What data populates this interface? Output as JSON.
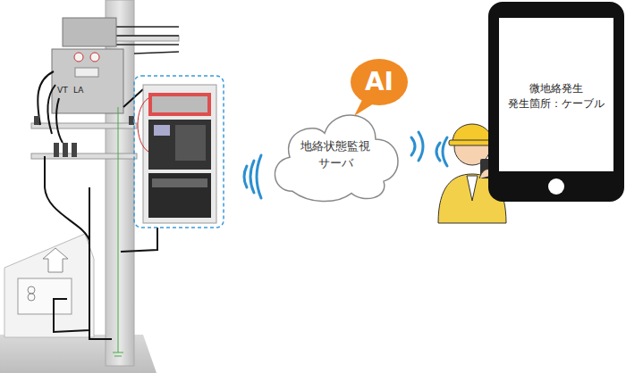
{
  "diagram": {
    "nodes": [
      {
        "text": [
          "AI"
        ]
      },
      {
        "text": [
          "地絡状態監視 サーバ"
        ]
      },
      {
        "text": [
          "微地絡発生",
          "発生箇所：ケーブル"
        ]
      }
    ],
    "labels": [
      "VT",
      "LA"
    ]
  }
}
